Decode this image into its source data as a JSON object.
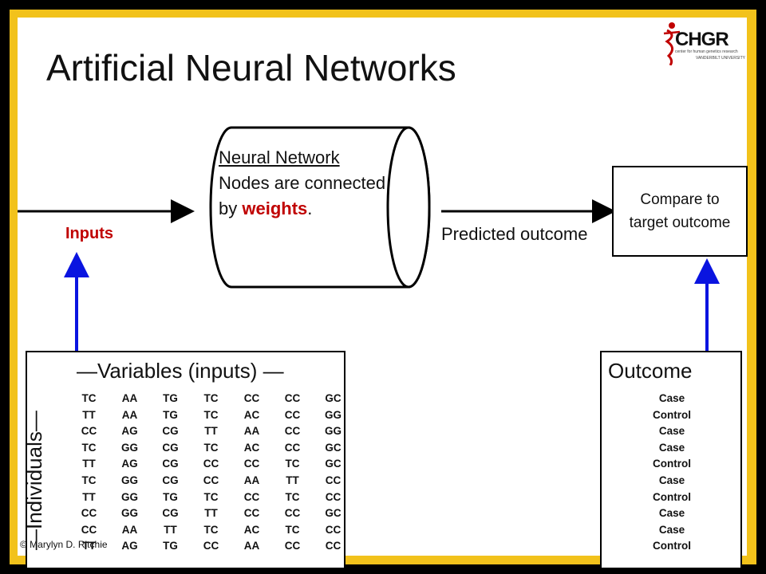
{
  "slide": {
    "title": "Artificial Neural Networks",
    "copyright": "© Marylyn D. Ritchie"
  },
  "logo": {
    "name": "CHGR",
    "subtitle": "center for human genetics research",
    "institution": "VANDERBILT UNIVERSITY"
  },
  "network": {
    "title": "Neural Network",
    "text_before": "Nodes are connected by ",
    "highlight": "weights",
    "text_after": "."
  },
  "flow": {
    "inputs_label": "Inputs",
    "predicted_label": "Predicted outcome",
    "compare_label": "Compare to target outcome"
  },
  "variables": {
    "header": "—Variables (inputs) —",
    "side_label": "—Individuals—",
    "rows": [
      [
        "TC",
        "AA",
        "TG",
        "TC",
        "CC",
        "CC",
        "GC"
      ],
      [
        "TT",
        "AA",
        "TG",
        "TC",
        "AC",
        "CC",
        "GG"
      ],
      [
        "CC",
        "AG",
        "CG",
        "TT",
        "AA",
        "CC",
        "GG"
      ],
      [
        "TC",
        "GG",
        "CG",
        "TC",
        "AC",
        "CC",
        "GC"
      ],
      [
        "TT",
        "AG",
        "CG",
        "CC",
        "CC",
        "TC",
        "GC"
      ],
      [
        "TC",
        "GG",
        "CG",
        "CC",
        "AA",
        "TT",
        "CC"
      ],
      [
        "TT",
        "GG",
        "TG",
        "TC",
        "CC",
        "TC",
        "CC"
      ],
      [
        "CC",
        "GG",
        "CG",
        "TT",
        "CC",
        "CC",
        "GC"
      ],
      [
        "CC",
        "AA",
        "TT",
        "TC",
        "AC",
        "TC",
        "CC"
      ],
      [
        "TT",
        "AG",
        "TG",
        "CC",
        "AA",
        "CC",
        "CC"
      ]
    ]
  },
  "outcome": {
    "header": "Outcome",
    "items": [
      "Case",
      "Control",
      "Case",
      "Case",
      "Control",
      "Case",
      "Control",
      "Case",
      "Case",
      "Control"
    ]
  },
  "colors": {
    "frame_yellow": "#f2c21b",
    "accent_red": "#c00000",
    "arrow_blue": "#0a14e0"
  }
}
